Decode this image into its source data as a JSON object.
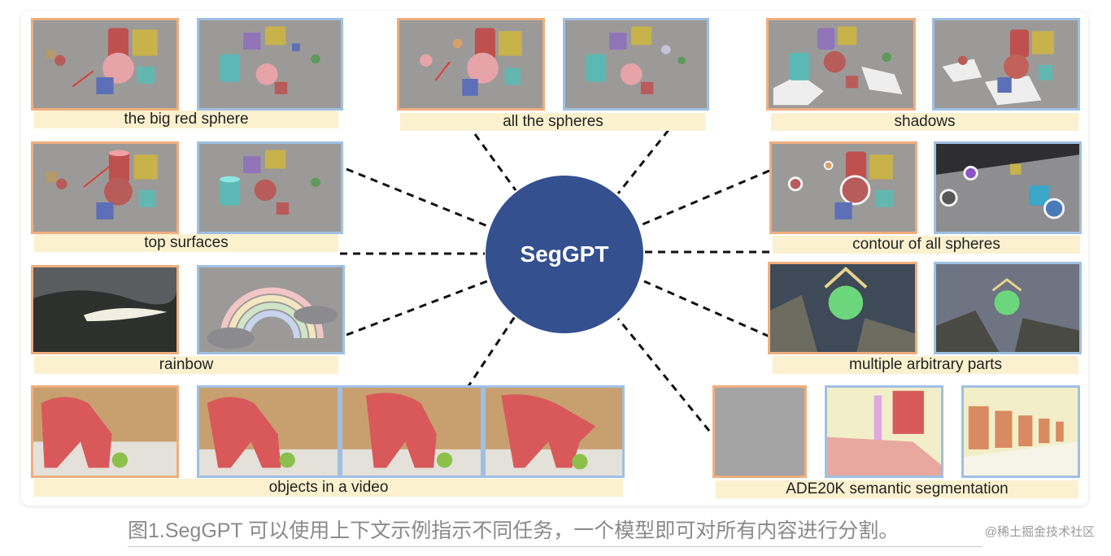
{
  "center": {
    "label": "SegGPT"
  },
  "colors": {
    "prompt_border": "#f0ae7e",
    "target_border": "#9fc0e3",
    "caption_bg": "#fbf1cf",
    "hub": "#34508f",
    "mask_red": "#d9595a"
  },
  "groups": [
    {
      "caption": "the big red sphere"
    },
    {
      "caption": "all the spheres"
    },
    {
      "caption": "shadows"
    },
    {
      "caption": "top surfaces"
    },
    {
      "caption": "contour of all spheres"
    },
    {
      "caption": "rainbow"
    },
    {
      "caption": "multiple arbitrary parts"
    },
    {
      "caption": "objects in a video"
    },
    {
      "caption": "ADE20K semantic segmentation"
    }
  ],
  "figure_caption": "图1.SegGPT 可以使用上下文示例指示不同任务，一个模型即可对所有内容进行分割。",
  "watermark": "@稀土掘金技术社区"
}
